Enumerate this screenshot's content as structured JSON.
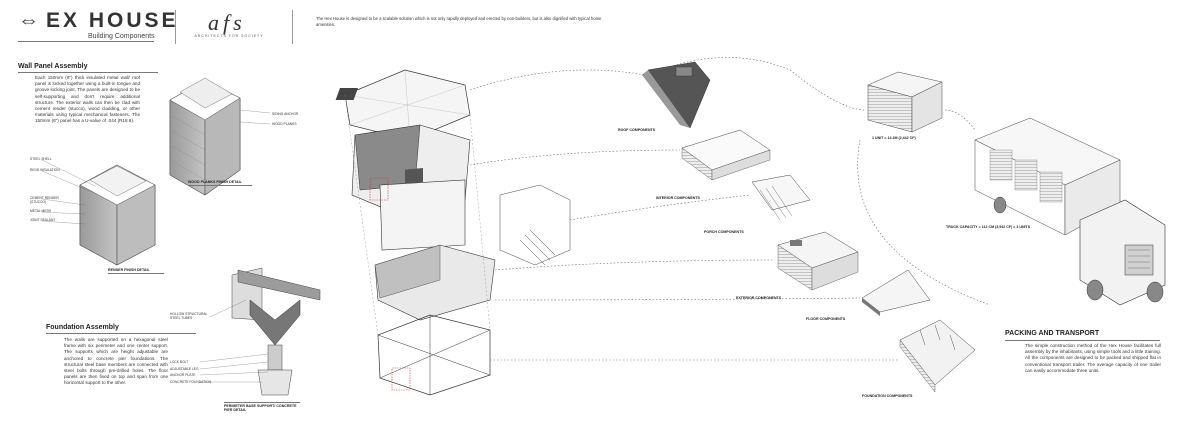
{
  "header": {
    "title": "EX HOUSE",
    "subtitle": "Building Components",
    "logo_text": "afs",
    "logo_tagline": "ARCHITECTS FOR SOCIETY",
    "intro": "The Hex House is designed to be a scalable solution which is not only rapidly deployed and erected by non-builders, but is also dignified with typical home amenities."
  },
  "wall_panel": {
    "heading": "Wall Panel Assembly",
    "text": "Each 150mm (6\") thick insulated metal wall/ roof panel is locked together using a built-in tongue and groove locking joint. The panels are designed to be self-supporting and don't require additional structure. The exterior walls can then be clad with cement render (stucco), wood cladding, or other materials using typical mechanical fasteners. The 150mm (6\") panel has a U-value of .044 (R18.6).",
    "labels": {
      "siding_anchor": "SIDING ANCHOR",
      "wood_planks": "WOOD PLANKS",
      "wood_detail": "WOOD PLANKS FINISH DETAIL",
      "steel_shell": "STEEL SHELL",
      "rigid_insulation": "RIGID INSULATION",
      "cement_render": "CEMENT RENDER (STUCCO)",
      "metal_mesh": "METAL MESH",
      "joint_sealant": "JOINT SEALANT",
      "render_detail": "RENDER FINISH DETAIL"
    }
  },
  "foundation": {
    "heading": "Foundation Assembly",
    "text": "The walls are supported on a hexagonal steel frame with six perimeter and one center support. The supports which are height adjustable are anchored to concrete pier foundations. The structural steel base members are connected with steel bolts through pre-drilled holes. The floor panels are then fixed on top and span from one horizontal support to the other.",
    "labels": {
      "hollow_tubes": "HOLLOW STRUCTURAL STEEL TUBES",
      "lock_bolt": "LOCK BOLT",
      "adjustable_leg": "ADJUSTABLE LEG",
      "anchor_plate": "ANCHOR PLATE",
      "concrete_foundation": "CONCRETE FOUNDATION",
      "perimeter_detail": "PERIMETER BASE SUPPORT/ CONCRETE PIER DETAIL"
    }
  },
  "components": {
    "roof": "ROOF COMPONENTS",
    "interior": "INTERIOR COMPONENTS",
    "porch": "PORCH COMPONENTS",
    "exterior": "EXTERIOR COMPONENTS",
    "floor": "FLOOR COMPONENTS",
    "foundation": "FOUNDATION COMPONENTS"
  },
  "packing": {
    "heading": "PACKING AND TRANSPORT",
    "text": "The simple construction method of the Hex House facilitates full assembly by the inhabitants, using simple tools and a little training. All the components are designed to be packed and shipped flat in conventional transport trailer. The average capacity of one trailer can easily accommodate three units.",
    "unit_label": "1 UNIT = 14.2M (2,442 CF)",
    "truck_label": "TRUCK CAPACITY = 112 CM (3,942 CF) = 3 UNITS"
  }
}
